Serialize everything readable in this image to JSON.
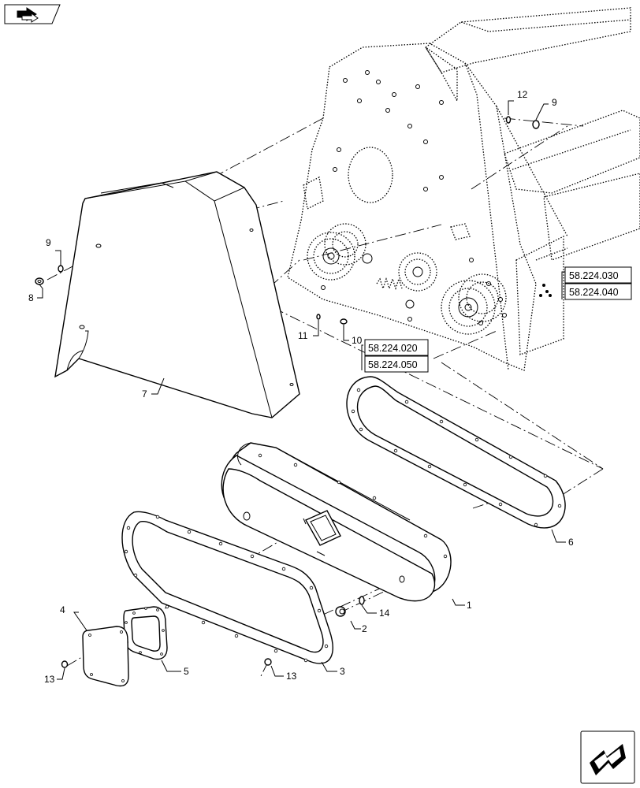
{
  "callouts": {
    "c1": "1",
    "c2": "2",
    "c3": "3",
    "c4": "4",
    "c5": "5",
    "c6": "6",
    "c7": "7",
    "c8": "8",
    "c9a": "9",
    "c9b": "9",
    "c10": "10",
    "c11": "11",
    "c12": "12",
    "c13a": "13",
    "c13b": "13",
    "c14": "14"
  },
  "refs": {
    "r1": "58.224.030",
    "r2": "58.224.040",
    "r3": "58.224.020",
    "r4": "58.224.050"
  },
  "icons": {
    "top_left": "previous-arrow-icon",
    "bottom_right": "next-arrow-icon"
  },
  "colors": {
    "line": "#000000",
    "background": "#ffffff"
  }
}
